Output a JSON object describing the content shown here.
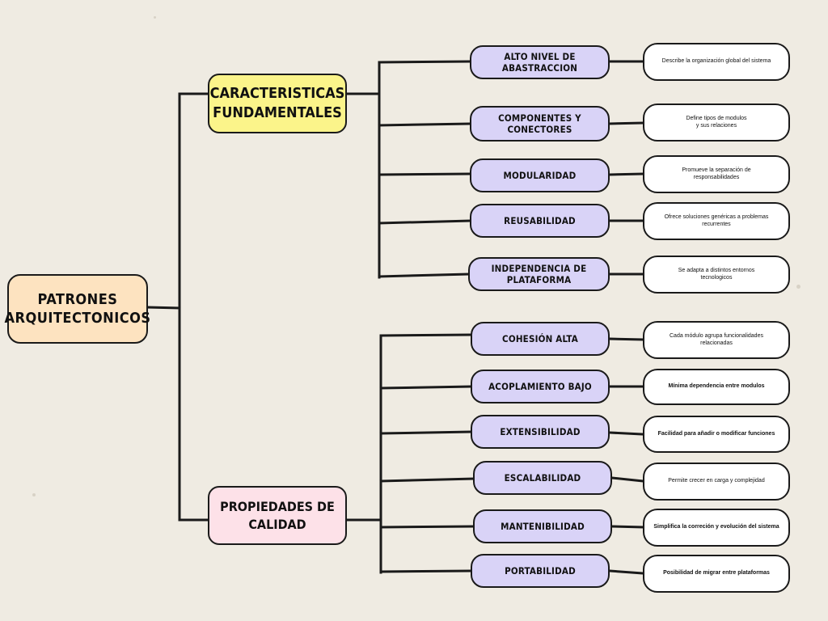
{
  "root": {
    "label": "PATRONES\nARQUITECTONICOS"
  },
  "categories": [
    {
      "label": "CARACTERISTICAS\nFUNDAMENTALES",
      "color": "#fbf48a",
      "items": [
        {
          "label": "ALTO NIVEL DE ABASTRACCION",
          "description": "Describe la organización global del sistema"
        },
        {
          "label": "COMPONENTES Y CONECTORES",
          "description": "Define tipos de modulos\ny sus relaciones"
        },
        {
          "label": "MODULARIDAD",
          "description": "Promueve la separación de\nresponsabilidades"
        },
        {
          "label": "REUSABILIDAD",
          "description": "Ofrece soluciones genéricas a problemas\nrecurrentes"
        },
        {
          "label": "INDEPENDENCIA DE PLATAFORMA",
          "description": "Se adapta a distintos entornos\ntecnologicos"
        }
      ]
    },
    {
      "label": "PROPIEDADES DE\nCALIDAD",
      "color": "#fde1e8",
      "items": [
        {
          "label": "COHESIÓN ALTA",
          "description": "Cada módulo agrupa funcionalidades\nrelacionadas"
        },
        {
          "label": "ACOPLAMIENTO BAJO",
          "description": "Mínima dependencia entre modulos"
        },
        {
          "label": "EXTENSIBILIDAD",
          "description": "Facilidad para añadir o modificar funciones"
        },
        {
          "label": "ESCALABILIDAD",
          "description": "Permite crecer en carga y complejidad"
        },
        {
          "label": "MANTENIBILIDAD",
          "description": "Simplifica la correción y evolución del sistema"
        },
        {
          "label": "PORTABILIDAD",
          "description": "Posibilidad de migrar entre plataformas"
        }
      ]
    }
  ],
  "colors": {
    "background": "#efebe2",
    "root": "#fde3c0",
    "item": "#d9d3f7",
    "description": "#ffffff",
    "line": "#1a1a1a"
  }
}
